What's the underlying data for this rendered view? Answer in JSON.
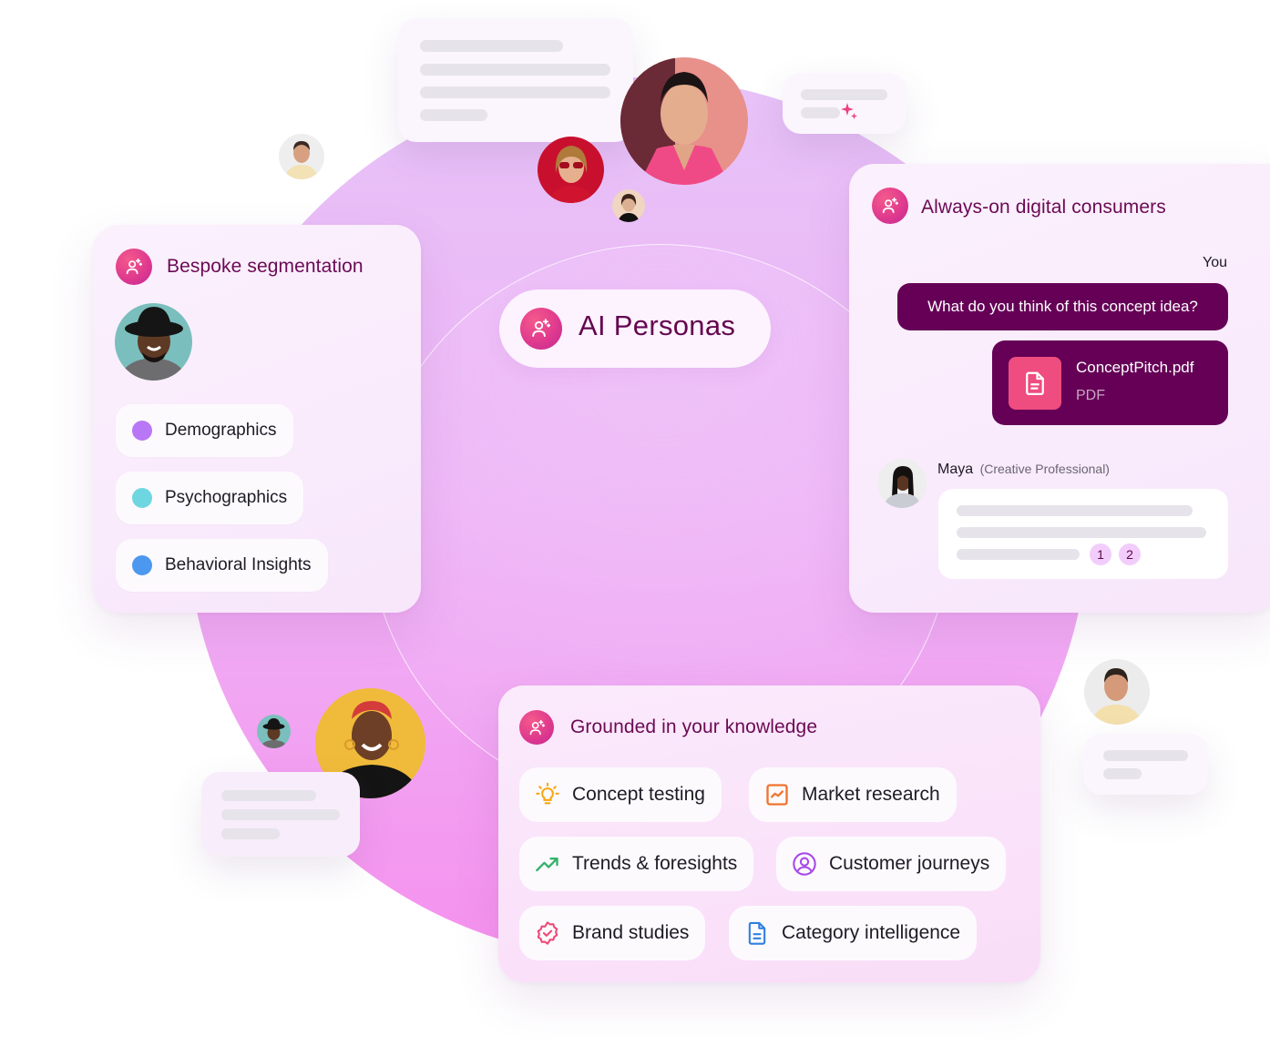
{
  "hero": {
    "title": "AI Personas",
    "icon": "persona-sparkle-icon"
  },
  "segmentation_card": {
    "title": "Bespoke segmentation",
    "icon": "persona-sparkle-icon",
    "items": [
      {
        "label": "Demographics",
        "dot_color": "#b877f5"
      },
      {
        "label": "Psychographics",
        "dot_color": "#6ed6e0"
      },
      {
        "label": "Behavioral Insights",
        "dot_color": "#4c98ef"
      }
    ]
  },
  "chat_card": {
    "title": "Always-on digital consumers",
    "icon": "persona-sparkle-icon",
    "sender_label": "You",
    "message": "What do you think of this concept idea?",
    "attachment": {
      "name": "ConceptPitch.pdf",
      "type": "PDF",
      "icon": "file-icon"
    },
    "reply": {
      "name": "Maya",
      "role": "(Creative Professional)",
      "citations": [
        "1",
        "2"
      ]
    }
  },
  "knowledge_card": {
    "title": "Grounded in your knowledge",
    "icon": "persona-sparkle-icon",
    "items": [
      {
        "label": "Concept testing",
        "icon": "lightbulb-icon",
        "color": "#f5a60d"
      },
      {
        "label": "Market research",
        "icon": "chart-square-icon",
        "color": "#f0742f"
      },
      {
        "label": "Trends & foresights",
        "icon": "trending-up-icon",
        "color": "#33b36b"
      },
      {
        "label": "Customer journeys",
        "icon": "user-circle-icon",
        "color": "#a74ae8"
      },
      {
        "label": "Brand studies",
        "icon": "badge-check-icon",
        "color": "#ee4a78"
      },
      {
        "label": "Category intelligence",
        "icon": "document-icon",
        "color": "#2f7fe0"
      }
    ]
  },
  "colors": {
    "brand_dark": "#650056",
    "brand_title": "#6b0a55",
    "brand_pink": "#e03a8e",
    "circle_top": "#e7c2f8",
    "circle_bottom": "#f591ee"
  }
}
